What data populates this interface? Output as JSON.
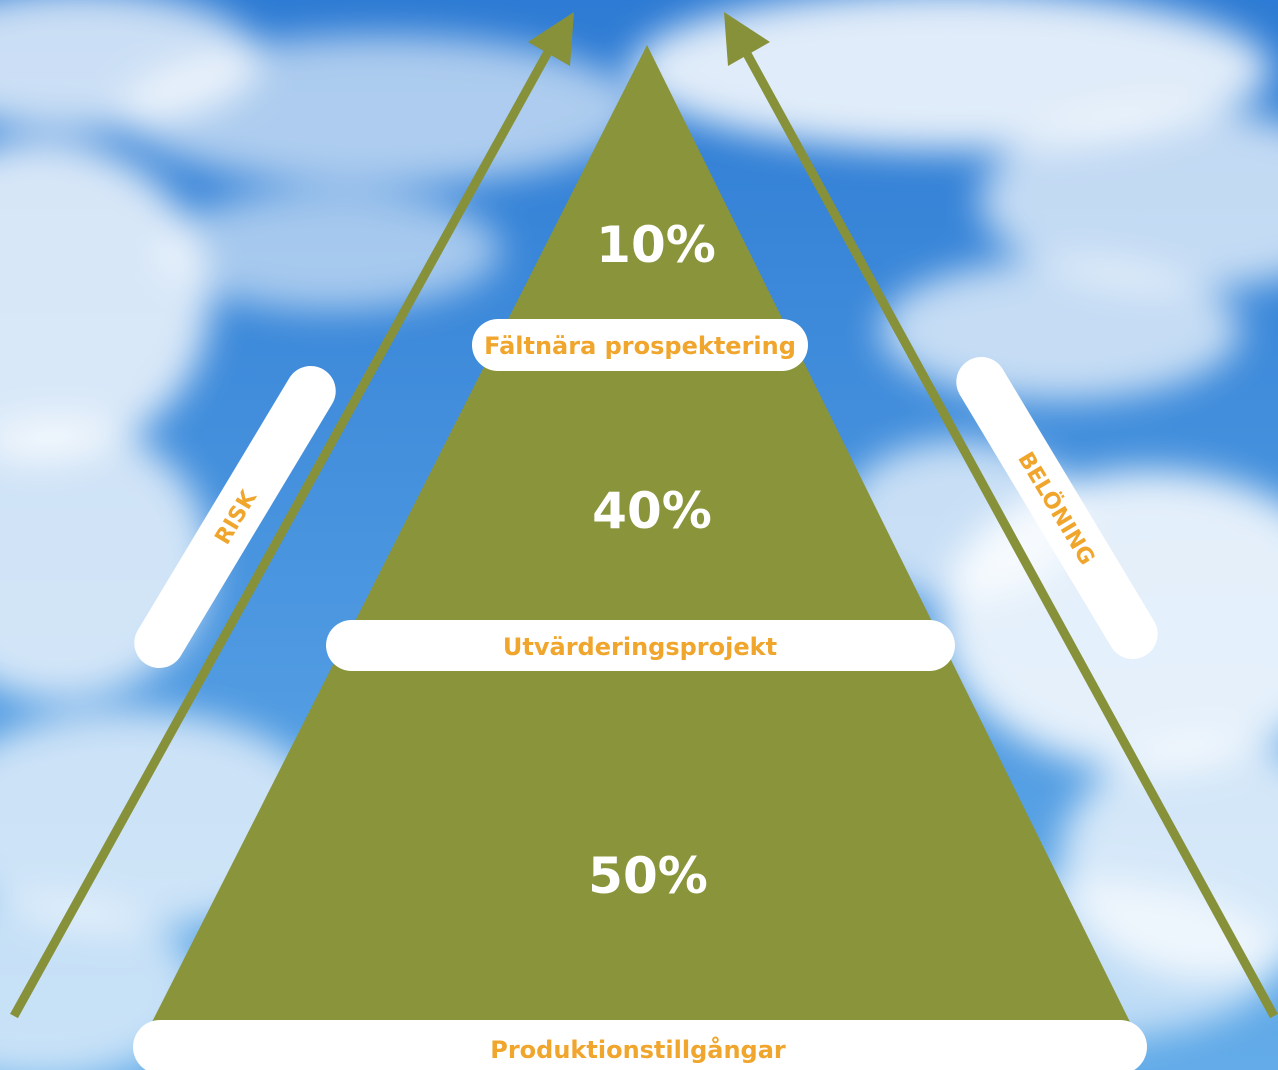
{
  "colors": {
    "sky_top": "#2f7fd6",
    "sky_bottom": "#5aa6ea",
    "pyramid": "#8a943a",
    "arrow": "#86913a",
    "label_text": "#f0a52c",
    "label_bg": "#ffffff",
    "percent_text": "#ffffff"
  },
  "pyramid": {
    "tiers": [
      {
        "percent": "10%",
        "label": "Fältnära prospektering"
      },
      {
        "percent": "40%",
        "label": "Utvärderingsprojekt"
      },
      {
        "percent": "50%",
        "label": "Produktionstillgångar"
      }
    ]
  },
  "arrows": {
    "left_label": "RISK",
    "right_label": "BELÖNING"
  }
}
